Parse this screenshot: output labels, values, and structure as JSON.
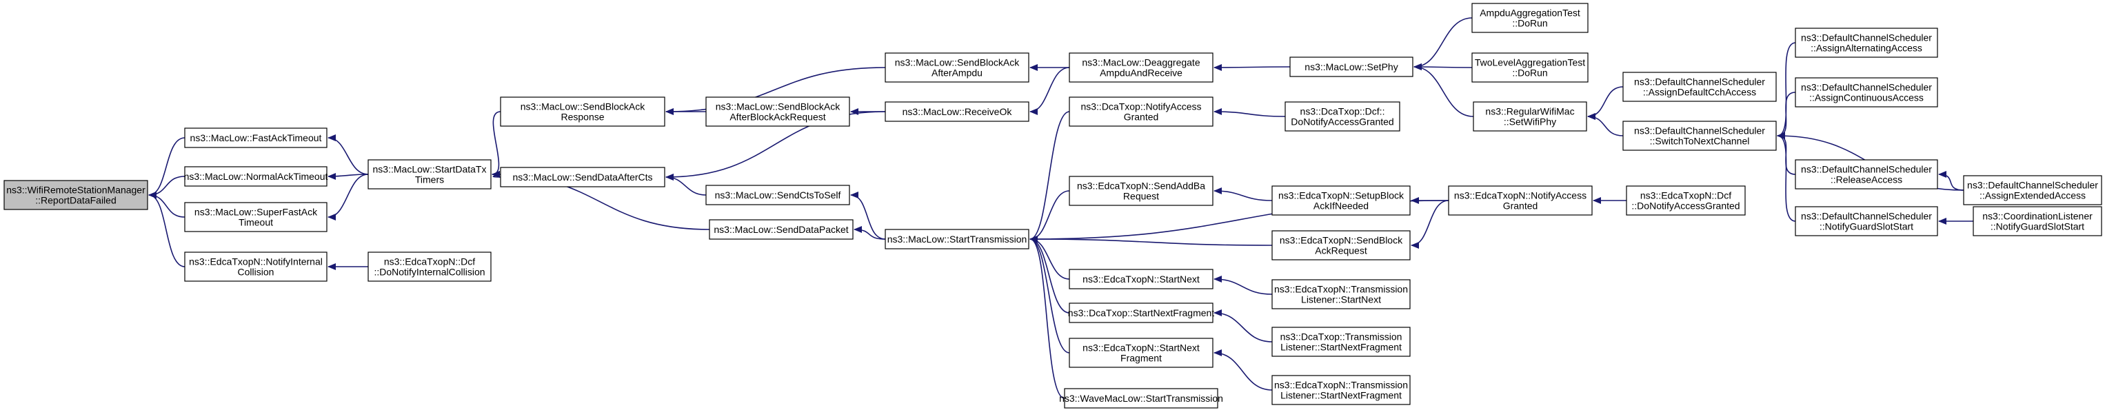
{
  "colors": {
    "edge": "#191970",
    "node_fill": "#ffffff",
    "root_fill": "#bfbfbf",
    "border": "#000000"
  },
  "nodes": {
    "root": [
      "ns3::WifiRemoteStationManager",
      "::ReportDataFailed"
    ],
    "fastack": [
      "ns3::MacLow::FastAckTimeout"
    ],
    "normalack": [
      "ns3::MacLow::NormalAckTimeout"
    ],
    "superfast": [
      "ns3::MacLow::SuperFastAck",
      "Timeout"
    ],
    "notifyinternal": [
      "ns3::EdcaTxopN::NotifyInternal",
      "Collision"
    ],
    "donotifyinternal": [
      "ns3::EdcaTxopN::Dcf",
      "::DoNotifyInternalCollision"
    ],
    "startdatatx": [
      "ns3::MacLow::StartDataTx",
      "Timers"
    ],
    "sendblockackresp": [
      "ns3::MacLow::SendBlockAck",
      "Response"
    ],
    "senddataaftercts": [
      "ns3::MacLow::SendDataAfterCts"
    ],
    "senddatapacket": [
      "ns3::MacLow::SendDataPacket"
    ],
    "sendblockackafterampdu": [
      "ns3::MacLow::SendBlockAck",
      "AfterAmpdu"
    ],
    "sendblockackafterreq": [
      "ns3::MacLow::SendBlockAck",
      "AfterBlockAckRequest"
    ],
    "sendctstoself": [
      "ns3::MacLow::SendCtsToSelf"
    ],
    "receiveok": [
      "ns3::MacLow::ReceiveOk"
    ],
    "deaggregate": [
      "ns3::MacLow::Deaggregate",
      "AmpduAndReceive"
    ],
    "starttransmission": [
      "ns3::MacLow::StartTransmission"
    ],
    "setphy": [
      "ns3::MacLow::SetPhy"
    ],
    "ampdutest": [
      "AmpduAggregationTest",
      "::DoRun"
    ],
    "twoleveltest": [
      "TwoLevelAggregationTest",
      "::DoRun"
    ],
    "regularwifimac": [
      "ns3::RegularWifiMac",
      "::SetWifiPhy"
    ],
    "assigncch": [
      "ns3::DefaultChannelScheduler",
      "::AssignDefaultCchAccess"
    ],
    "switchtonext": [
      "ns3::DefaultChannelScheduler",
      "::SwitchToNextChannel"
    ],
    "assignalt": [
      "ns3::DefaultChannelScheduler",
      "::AssignAlternatingAccess"
    ],
    "assigncont": [
      "ns3::DefaultChannelScheduler",
      "::AssignContinuousAccess"
    ],
    "releaseaccess": [
      "ns3::DefaultChannelScheduler",
      "::ReleaseAccess"
    ],
    "assignext": [
      "ns3::DefaultChannelScheduler",
      "::AssignExtendedAccess"
    ],
    "notifyguardslot": [
      "ns3::DefaultChannelScheduler",
      "::NotifyGuardSlotStart"
    ],
    "coordlistener": [
      "ns3::CoordinationListener",
      "::NotifyGuardSlotStart"
    ],
    "dcanotifyaccess": [
      "ns3::DcaTxop::NotifyAccess",
      "Granted"
    ],
    "dcadonotify": [
      "ns3::DcaTxop::Dcf::",
      "DoNotifyAccessGranted"
    ],
    "sendaddba": [
      "ns3::EdcaTxopN::SendAddBa",
      "Request"
    ],
    "setupblockack": [
      "ns3::EdcaTxopN::SetupBlock",
      "AckIfNeeded"
    ],
    "edcanotifyaccess": [
      "ns3::EdcaTxopN::NotifyAccess",
      "Granted"
    ],
    "edcadonotify": [
      "ns3::EdcaTxopN::Dcf",
      "::DoNotifyAccessGranted"
    ],
    "sendblockackreq": [
      "ns3::EdcaTxopN::SendBlock",
      "AckRequest"
    ],
    "edcastartnext": [
      "ns3::EdcaTxopN::StartNext"
    ],
    "translistenernext": [
      "ns3::EdcaTxopN::Transmission",
      "Listener::StartNext"
    ],
    "dcastartnextfrag": [
      "ns3::DcaTxop::StartNextFragment"
    ],
    "dcatranslistenerfrag": [
      "ns3::DcaTxop::Transmission",
      "Listener::StartNextFragment"
    ],
    "edcastartnextfrag": [
      "ns3::EdcaTxopN::StartNext",
      "Fragment"
    ],
    "edcatranslistenerfrag": [
      "ns3::EdcaTxopN::Transmission",
      "Listener::StartNextFragment"
    ],
    "wavemaclow": [
      "ns3::WaveMacLow::StartTransmission"
    ]
  }
}
